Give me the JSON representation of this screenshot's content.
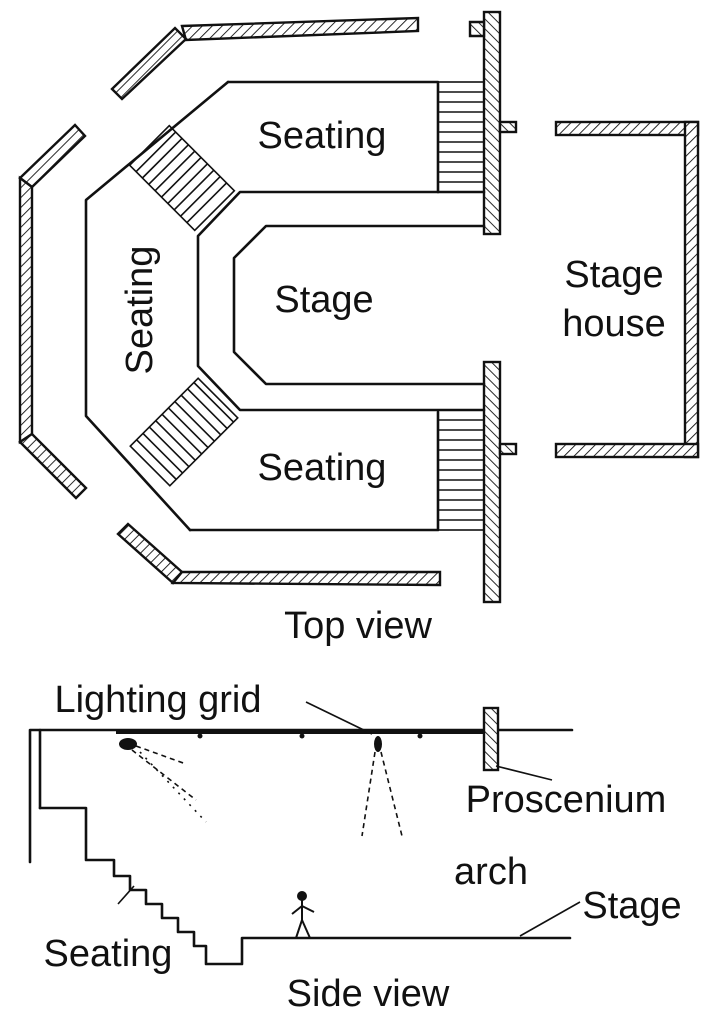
{
  "top_view": {
    "caption": "Top view",
    "seating_upper": "Seating",
    "seating_left": "Seating",
    "seating_lower": "Seating",
    "stage": "Stage",
    "stage_house_line1": "Stage",
    "stage_house_line2": "house"
  },
  "side_view": {
    "caption": "Side view",
    "lighting_grid": "Lighting grid",
    "proscenium_line1": "Proscenium",
    "proscenium_line2": "arch",
    "stage": "Stage",
    "seating": "Seating"
  }
}
